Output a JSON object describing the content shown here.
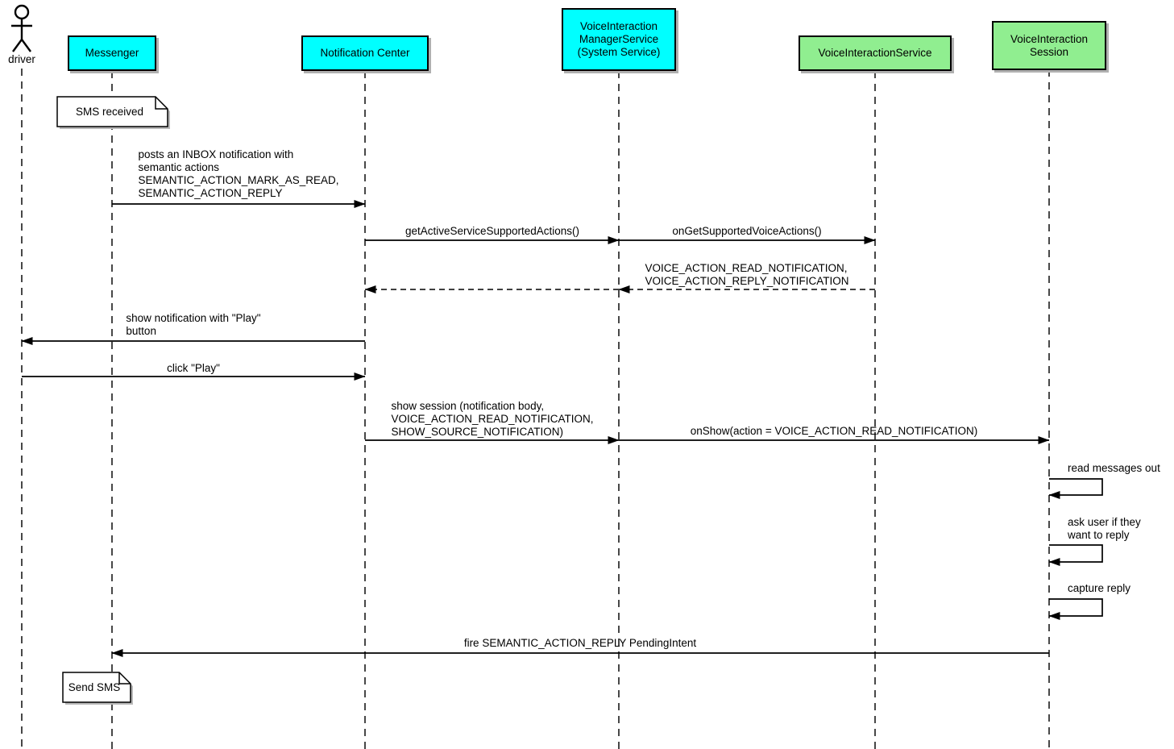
{
  "diagram_type": "uml-sequence",
  "colors": {
    "participant_cyan": "#00ffff",
    "participant_green": "#90ee90",
    "note_background": "#ffffff",
    "line": "#000000",
    "shadow": "#b0b0b0"
  },
  "actor": {
    "label": "driver"
  },
  "participants": [
    {
      "id": "messenger",
      "label": "Messenger",
      "color": "#00ffff"
    },
    {
      "id": "notification-center",
      "label": "Notification Center",
      "color": "#00ffff"
    },
    {
      "id": "voice-interaction-manager-service",
      "label": "VoiceInteraction\nManagerService\n(System Service)",
      "color": "#00ffff"
    },
    {
      "id": "voice-interaction-service",
      "label": "VoiceInteractionService",
      "color": "#90ee90"
    },
    {
      "id": "voice-interaction-session",
      "label": "VoiceInteraction\nSession",
      "color": "#90ee90"
    }
  ],
  "notes": [
    {
      "text": "SMS received",
      "attached_to": "messenger"
    },
    {
      "text": "Send SMS",
      "attached_to": "messenger"
    }
  ],
  "messages": [
    {
      "from": "messenger",
      "to": "notification-center",
      "style": "solid",
      "label": "posts an INBOX notification with\nsemantic actions\nSEMANTIC_ACTION_MARK_AS_READ,\nSEMANTIC_ACTION_REPLY"
    },
    {
      "from": "notification-center",
      "to": "voice-interaction-manager-service",
      "style": "solid",
      "label": "getActiveServiceSupportedActions()"
    },
    {
      "from": "voice-interaction-manager-service",
      "to": "voice-interaction-service",
      "style": "solid",
      "label": "onGetSupportedVoiceActions()"
    },
    {
      "from": "voice-interaction-service",
      "to": "notification-center",
      "style": "dashed-return",
      "label": "VOICE_ACTION_READ_NOTIFICATION,\nVOICE_ACTION_REPLY_NOTIFICATION"
    },
    {
      "from": "notification-center",
      "to": "driver",
      "style": "solid",
      "label": "show notification with \"Play\"\nbutton"
    },
    {
      "from": "driver",
      "to": "notification-center",
      "style": "solid",
      "label": "click \"Play\""
    },
    {
      "from": "notification-center",
      "to": "voice-interaction-manager-service",
      "style": "solid",
      "label": "show session (notification body,\nVOICE_ACTION_READ_NOTIFICATION,\nSHOW_SOURCE_NOTIFICATION)"
    },
    {
      "from": "voice-interaction-manager-service",
      "to": "voice-interaction-session",
      "style": "solid",
      "label": "onShow(action = VOICE_ACTION_READ_NOTIFICATION)"
    },
    {
      "from": "voice-interaction-session",
      "to": "voice-interaction-session",
      "style": "self",
      "label": "read messages out"
    },
    {
      "from": "voice-interaction-session",
      "to": "voice-interaction-session",
      "style": "self",
      "label": "ask user if they\nwant to reply"
    },
    {
      "from": "voice-interaction-session",
      "to": "voice-interaction-session",
      "style": "self",
      "label": "capture reply"
    },
    {
      "from": "voice-interaction-session",
      "to": "messenger",
      "style": "solid",
      "label": "fire SEMANTIC_ACTION_REPLY PendingIntent"
    }
  ]
}
